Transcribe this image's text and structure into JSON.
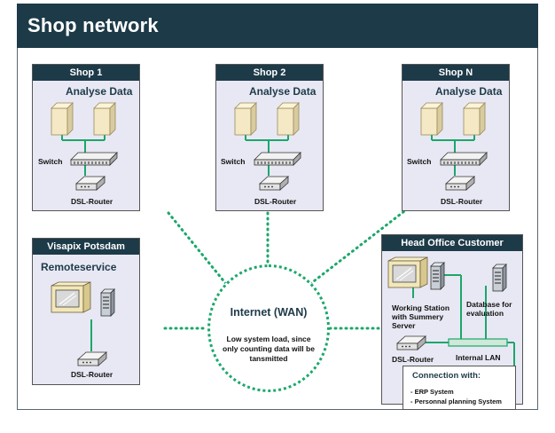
{
  "title": "Shop network",
  "shops": [
    {
      "header": "Shop 1",
      "heading": "Analyse Data",
      "switch_label": "Switch",
      "router_label": "DSL-Router"
    },
    {
      "header": "Shop 2",
      "heading": "Analyse Data",
      "switch_label": "Switch",
      "router_label": "DSL-Router"
    },
    {
      "header": "Shop N",
      "heading": "Analyse Data",
      "switch_label": "Switch",
      "router_label": "DSL-Router"
    }
  ],
  "visapix": {
    "header": "Visapix Potsdam",
    "heading": "Remoteservice",
    "router_label": "DSL-Router"
  },
  "internet": {
    "title": "Internet (WAN)",
    "description": "Low system load, since only counting data will be tansmitted"
  },
  "head_office": {
    "header": "Head Office Customer",
    "workstation_label": "Working Station with Summery Server",
    "database_label": "Database for evaluation",
    "router_label": "DSL-Router",
    "lan_label": "Internal LAN",
    "connection_title": "Connection with:",
    "connection_items": [
      "- ERP System",
      "- Personnal planning System"
    ]
  },
  "colors": {
    "title_bar": "#1d3a48",
    "box_fill": "#e8e8f4",
    "link": "#1ca76b"
  }
}
